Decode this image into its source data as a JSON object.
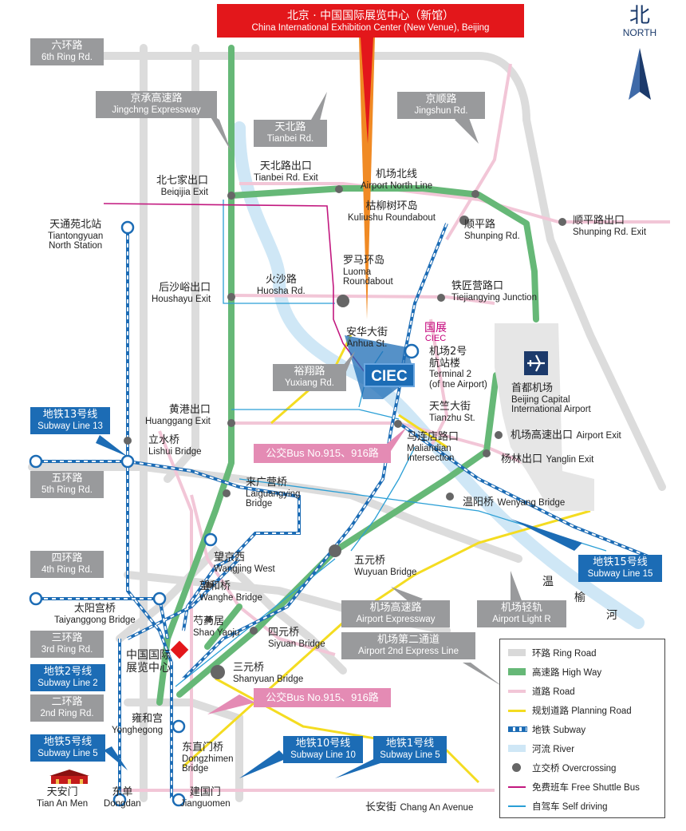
{
  "title": {
    "zh": "北京 · 中国国际展览中心（新馆）",
    "en": "China International Exhibition Center (New Venue), Beijing"
  },
  "north": {
    "zh": "北",
    "en": "NORTH"
  },
  "colors": {
    "ring": "#d9d9d9",
    "highway": "#66b877",
    "road": "#f2c6d7",
    "planning": "#f4dc21",
    "subway": "#1c6cb5",
    "river": "#cfe7f6",
    "shuttle": "#c2187f",
    "self": "#2a9fd6",
    "accent": "#e3171b"
  },
  "ring_labels": {
    "r6": {
      "zh": "六环路",
      "en": "6th Ring Rd."
    },
    "r5": {
      "zh": "五环路",
      "en": "5th Ring Rd."
    },
    "r4": {
      "zh": "四环路",
      "en": "4th Ring Rd."
    },
    "r3": {
      "zh": "三环路",
      "en": "3rd Ring Rd."
    },
    "r2": {
      "zh": "二环路",
      "en": "2nd Ring Rd."
    }
  },
  "road_callouts": {
    "jingcheng": {
      "zh": "京承高速路",
      "en": "Jingchng Expressway"
    },
    "tianbei": {
      "zh": "天北路",
      "en": "Tianbei Rd."
    },
    "jingshun": {
      "zh": "京顺路",
      "en": "Jingshun Rd."
    },
    "yuxiang": {
      "zh": "裕翔路",
      "en": "Yuxiang Rd."
    },
    "airport_exp": {
      "zh": "机场高速路",
      "en": "Airport Expressway"
    },
    "airport_light": {
      "zh": "机场轻轨",
      "en": "Airport Light R"
    },
    "airport_2nd": {
      "zh": "机场第二通道",
      "en": "Airport 2nd Express Line"
    }
  },
  "subway_boxes": {
    "l13": {
      "zh": "地铁13号线",
      "en": "Subway Line 13"
    },
    "l15": {
      "zh": "地铁15号线",
      "en": "Subway Line 15"
    },
    "l2": {
      "zh": "地铁2号线",
      "en": "Subway Line 2"
    },
    "l5": {
      "zh": "地铁5号线",
      "en": "Subway Line 5"
    },
    "l10": {
      "zh": "地铁10号线",
      "en": "Subway Line 10"
    },
    "l1": {
      "zh": "地铁1号线",
      "en": "Subway Line 5"
    }
  },
  "bus": {
    "top": "公交Bus No.915、916路",
    "bottom": "公交Bus No.915、916路"
  },
  "places": {
    "beiqijia": {
      "zh": "北七家出口",
      "en": "Beiqijia Exit"
    },
    "tianbei_exit": {
      "zh": "天北路出口",
      "en": "Tianbei Rd. Exit"
    },
    "airport_north": {
      "zh": "机场北线",
      "en": "Airport North Line"
    },
    "kuliushu": {
      "zh": "枯柳树环岛",
      "en": "Kuliushu Roundabout"
    },
    "shunping": {
      "zh": "顺平路",
      "en": "Shunping Rd."
    },
    "shunping_exit": {
      "zh": "顺平路出口",
      "en": "Shunping Rd. Exit"
    },
    "tiantongyuan": {
      "zh": "天通苑北站",
      "en1": "Tiantongyuan",
      "en2": "North Station"
    },
    "luoma": {
      "zh": "罗马环岛",
      "en1": "Luoma",
      "en2": "Roundabout"
    },
    "houshayu": {
      "zh": "后沙峪出口",
      "en": "Houshayu Exit"
    },
    "huosha": {
      "zh": "火沙路",
      "en": "Huosha Rd."
    },
    "tiejiangying": {
      "zh": "铁匠营路口",
      "en": "Tiejiangying Junction"
    },
    "anhua": {
      "zh": "安华大街",
      "en": "Anhua St."
    },
    "ciec_zh": "国展",
    "ciec_en": "CIEC",
    "ciec_badge": "CIEC",
    "terminal2": {
      "zh1": "机场2号",
      "zh2": "航站楼",
      "en1": "Terminal 2",
      "en2": "(of tne Airport)"
    },
    "capital_airport": {
      "zh": "首都机场",
      "en1": "Beijing Capital",
      "en2": "International Airport"
    },
    "huanggang": {
      "zh": "黄港出口",
      "en": "Huanggang Exit"
    },
    "tianzhu": {
      "zh": "天竺大街",
      "en": "Tianzhu St."
    },
    "maliandian": {
      "zh": "马连店路口",
      "en1": "Maliandian",
      "en2": "Intersection"
    },
    "airport_exit": {
      "zh": "机场高速出口",
      "en": "Airport Exit"
    },
    "yanglin": {
      "zh": "杨林出口",
      "en": "Yanglin Exit"
    },
    "lishui": {
      "zh": "立水桥",
      "en": "Lishui Bridge"
    },
    "laiguangying": {
      "zh": "来广营桥",
      "en1": "Laiguangying",
      "en2": "Bridge"
    },
    "wenyang": {
      "zh": "温阳桥",
      "en": "Wenyang Bridge"
    },
    "wangjing_west": {
      "zh": "望京西",
      "en": "Wangjing West"
    },
    "wanghe": {
      "zh": "望和桥",
      "en": "Wanghe Bridge"
    },
    "wuyuan": {
      "zh": "五元桥",
      "en": "Wuyuan Bridge"
    },
    "taiyanggong": {
      "zh": "太阳宫桥",
      "en": "Taiyanggong Bridge"
    },
    "shaoyaoju": {
      "zh": "芍药居",
      "en": "Shao Yaoju"
    },
    "siyuan": {
      "zh": "四元桥",
      "en": "Siyuan Bridge"
    },
    "old_ciec": {
      "zh1": "中国国际",
      "zh2": "展览中心"
    },
    "sanyuan": {
      "zh": "三元桥",
      "en": "Shanyuan Bridge"
    },
    "yonghegong": {
      "zh": "雍和宫",
      "en": "Yonghegong"
    },
    "dongzhimen": {
      "zh": "东直门桥",
      "en1": "Dongzhimen",
      "en2": "Bridge"
    },
    "tiananmen": {
      "zh": "天安门",
      "en": "Tian An Men"
    },
    "dongdan": {
      "zh": "东单",
      "en": "Dongdan"
    },
    "jianguomen": {
      "zh": "建国门",
      "en": "Jianguomen"
    },
    "changan": {
      "zh": "长安街",
      "en": "Chang An Avenue"
    },
    "river_chars": [
      "温",
      "榆",
      "河"
    ]
  },
  "legend": [
    {
      "key": "ring",
      "label": "环路 Ring Road"
    },
    {
      "key": "highway",
      "label": "高速路 High Way"
    },
    {
      "key": "road",
      "label": "道路 Road"
    },
    {
      "key": "planning",
      "label": "规划道路 Planning Road"
    },
    {
      "key": "subway",
      "label": "地铁 Subway"
    },
    {
      "key": "river",
      "label": "河流 River"
    },
    {
      "key": "overcrossing",
      "label": "立交桥 Overcrossing"
    },
    {
      "key": "shuttle",
      "label": "免费班车 Free Shuttle Bus"
    },
    {
      "key": "self",
      "label": "自驾车 Self driving"
    }
  ]
}
